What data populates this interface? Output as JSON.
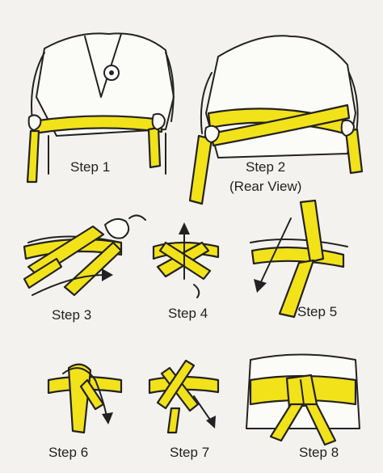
{
  "colors": {
    "belt": "#f2e21a",
    "ink": "#222222",
    "paper": "#f3f2ee"
  },
  "steps": [
    {
      "id": 1,
      "label": "Step 1"
    },
    {
      "id": 2,
      "label": "Step 2",
      "note": "(Rear View)"
    },
    {
      "id": 3,
      "label": "Step 3"
    },
    {
      "id": 4,
      "label": "Step 4"
    },
    {
      "id": 5,
      "label": "Step 5"
    },
    {
      "id": 6,
      "label": "Step 6"
    },
    {
      "id": 7,
      "label": "Step 7"
    },
    {
      "id": 8,
      "label": "Step 8"
    }
  ]
}
